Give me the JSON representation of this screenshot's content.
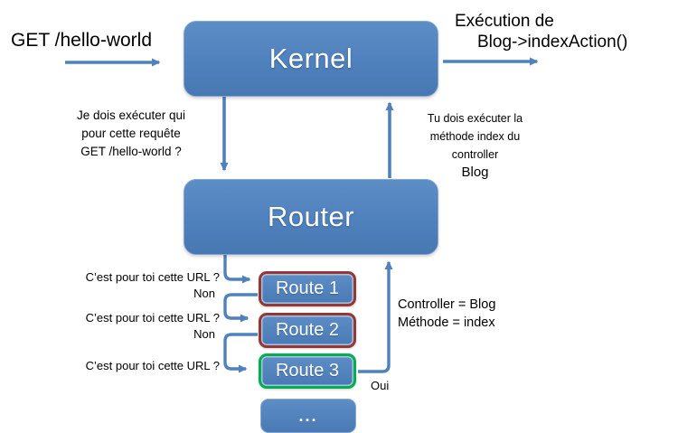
{
  "colors": {
    "node_blue": "#4f81bd",
    "arrow_blue": "#4f81bd",
    "route_border_red": "#953735",
    "route_border_green": "#00b050",
    "text": "#000000"
  },
  "request": {
    "label": "GET /hello-world"
  },
  "execution": {
    "line1": "Exécution de",
    "line2": "Blog->indexAction()"
  },
  "kernel": {
    "label": "Kernel"
  },
  "router": {
    "label": "Router"
  },
  "kernel_question": {
    "line1": "Je dois exécuter qui",
    "line2": "pour cette requête",
    "line3": "GET /hello-world ?"
  },
  "router_answer": {
    "line1": "Tu dois exécuter la",
    "line2": "méthode index du",
    "line3_prefix": "controller ",
    "line3_emphasis": "Blog"
  },
  "route_checks": {
    "question": "C’est pour toi cette URL ?",
    "no_label": "Non",
    "yes_label": "Oui"
  },
  "routes": [
    {
      "label": "Route 1",
      "match": "no"
    },
    {
      "label": "Route 2",
      "match": "no"
    },
    {
      "label": "Route 3",
      "match": "yes"
    }
  ],
  "more_routes": {
    "label": "..."
  },
  "result": {
    "line1": "Controller = Blog",
    "line2": "Méthode = index"
  }
}
